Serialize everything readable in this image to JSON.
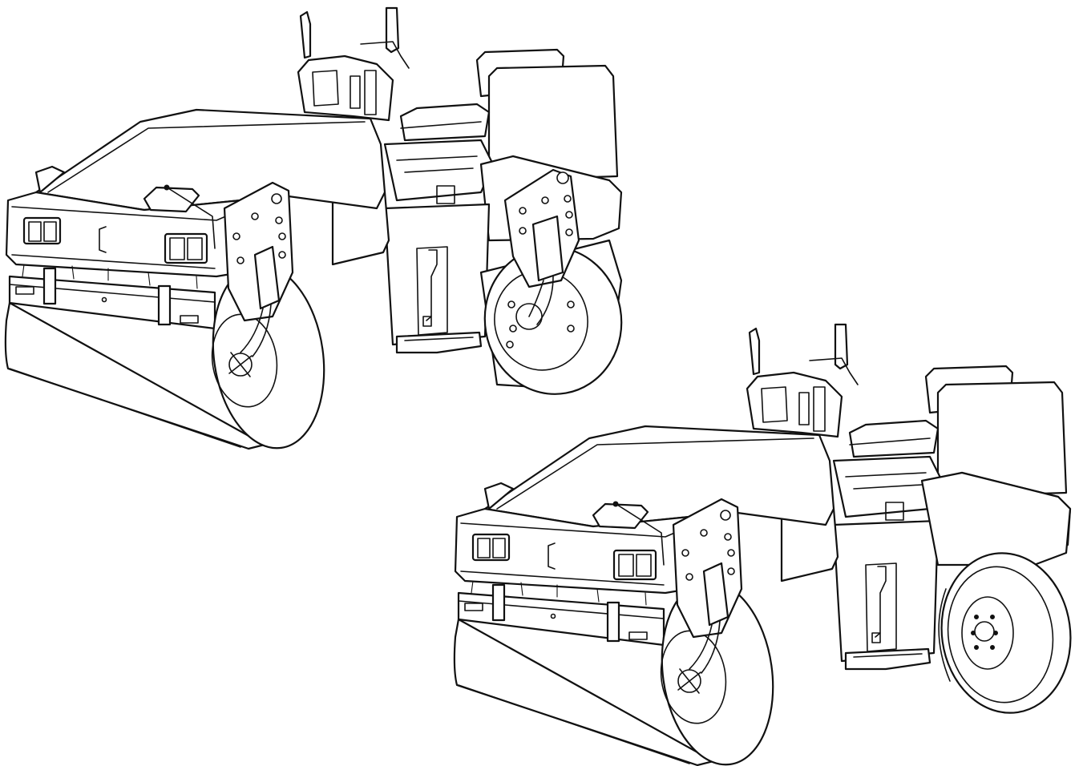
{
  "figure": {
    "background": "#ffffff",
    "line_color": "#111111",
    "machines": [
      {
        "id": "tandem",
        "rear_wheel": "steel-drum"
      },
      {
        "id": "combination",
        "rear_wheel": "rubber-tire"
      }
    ]
  }
}
